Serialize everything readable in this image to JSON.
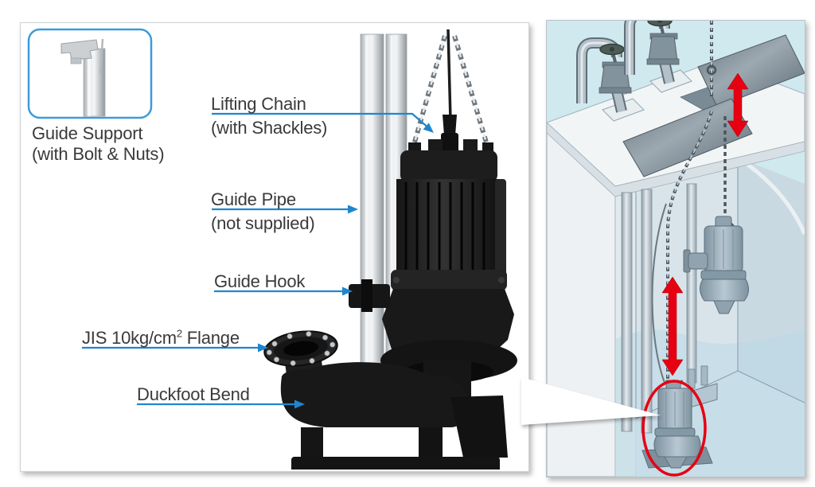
{
  "colors": {
    "leader_blue": "#1f86ce",
    "callout_border_blue": "#3d9bd9",
    "arrow_red": "#e60012",
    "label_text": "#3a3a3a",
    "panel_border": "#cdd2d5",
    "sky_blue": "#cfe9ef"
  },
  "left_panel": {
    "callout": {
      "line1": "Guide Support",
      "line2": "(with Bolt & Nuts)"
    },
    "labels": {
      "lifting_chain": {
        "line1": "Lifting Chain",
        "line2": "(with Shackles)"
      },
      "guide_pipe": {
        "line1": "Guide Pipe",
        "line2": "(not supplied)"
      },
      "guide_hook": {
        "line1": "Guide Hook"
      },
      "flange": {
        "prefix": "JIS 10kg/cm",
        "sup": "2",
        "suffix": " Flange"
      },
      "duckfoot": {
        "line1": "Duckfoot Bend"
      }
    }
  }
}
